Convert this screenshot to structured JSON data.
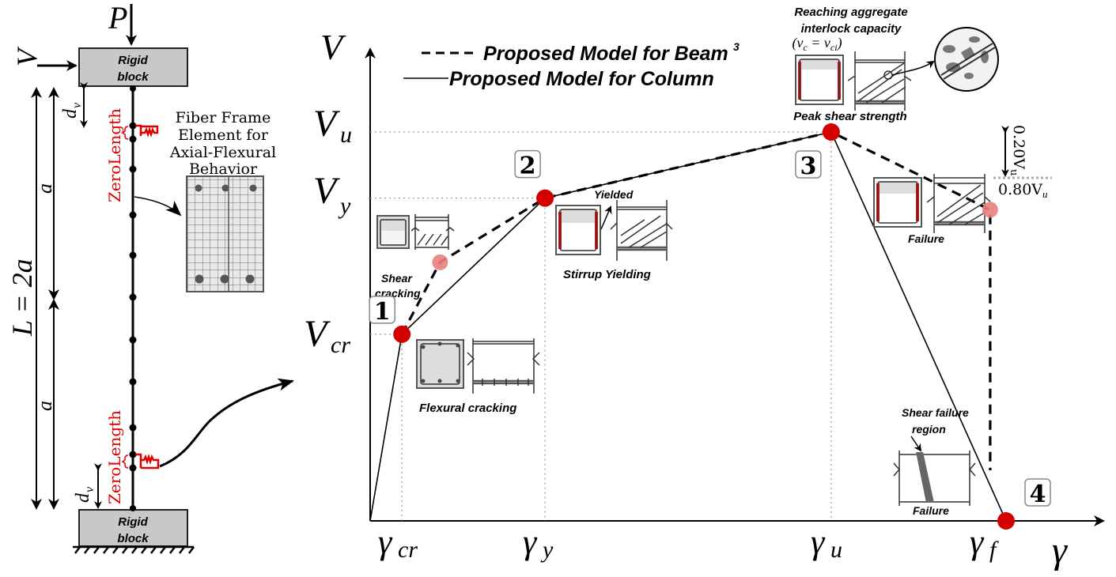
{
  "column_model": {
    "load_axial": "P",
    "load_shear": "V",
    "top_block": [
      "Rigid",
      "block"
    ],
    "bottom_block": [
      "Rigid",
      "block"
    ],
    "spring_label_top": "ZeroLength",
    "spring_label_bottom": "ZeroLength",
    "dim_dv_top": "d",
    "dim_dv_top_sub": "v",
    "dim_dv_bottom": "d",
    "dim_dv_bottom_sub": "v",
    "dim_a_top": "a",
    "dim_a_bottom": "a",
    "dim_L": "L = 2a",
    "fiber_label": [
      "Fiber Frame",
      "Element for",
      "Axial-Flexural",
      "Behavior"
    ]
  },
  "legend": {
    "beam": "Proposed Model for Beam",
    "beam_superscript": "3",
    "column": "Proposed Model for Column"
  },
  "colors": {
    "point": "#d40000",
    "point_light": "#e88080",
    "stirrup": "#e01010",
    "spring": "#e00000",
    "block": "#c8c8c8"
  },
  "chart_data": {
    "type": "line",
    "title": "",
    "xlabel": "γ",
    "ylabel": "V",
    "x_ticks": [
      "γcr",
      "γy",
      "γu",
      "γf"
    ],
    "y_ticks": [
      "Vcr",
      "Vy",
      "Vu"
    ],
    "x_values": {
      "gamma_cr": 0.05,
      "gamma_y": 0.275,
      "gamma_u": 0.725,
      "gamma_f": 1.0
    },
    "y_values": {
      "V_cr": 0.48,
      "V_y": 0.83,
      "V_u": 1.0
    },
    "xlim": [
      0,
      1.1
    ],
    "ylim": [
      0,
      1.25
    ],
    "series": [
      {
        "name": "Proposed Model for Column",
        "style": "solid",
        "points": [
          [
            0,
            0
          ],
          [
            0.05,
            0.48
          ],
          [
            0.275,
            0.83
          ],
          [
            0.725,
            1.0
          ],
          [
            1.0,
            0
          ]
        ]
      },
      {
        "name": "Proposed Model for Beam",
        "style": "dashed",
        "points": [
          [
            0.05,
            0.48
          ],
          [
            0.11,
            0.665
          ],
          [
            0.275,
            0.83
          ],
          [
            0.725,
            1.0
          ],
          [
            0.975,
            0.8
          ],
          [
            0.975,
            0.13
          ]
        ]
      }
    ],
    "key_points": [
      {
        "id": "1",
        "label": "1",
        "x": 0.05,
        "y": 0.48,
        "state": "Flexural cracking"
      },
      {
        "id": "2",
        "label": "2",
        "x": 0.275,
        "y": 0.83,
        "state": "Stirrup Yielding"
      },
      {
        "id": "3",
        "label": "3",
        "x": 0.725,
        "y": 1.0,
        "state": "Peak shear strength"
      },
      {
        "id": "4",
        "label": "4",
        "x": 1.0,
        "y": 0.0,
        "state": "Failure"
      }
    ],
    "beam_points": [
      {
        "x": 0.11,
        "y": 0.665,
        "state": "Shear cracking"
      },
      {
        "x": 0.975,
        "y": 0.8,
        "state": "Failure"
      }
    ],
    "annotations": {
      "shear_cracking": [
        "Shear",
        "cracking"
      ],
      "flexural_cracking": "Flexural cracking",
      "stirrup_yielding": "Stirrup Yielding",
      "yielded": "Yielded",
      "aggregate": [
        "Reaching aggregate",
        "interlock capacity"
      ],
      "aggregate_eq": "(vc = vci)",
      "peak": "Peak shear strength",
      "failure_beam": "Failure",
      "shear_failure_region": [
        "Shear failure",
        "region"
      ],
      "failure_column": "Failure",
      "drop": "0.20Vu",
      "residual": "0.80Vu"
    },
    "grid": false,
    "legend_position": "top-left"
  }
}
